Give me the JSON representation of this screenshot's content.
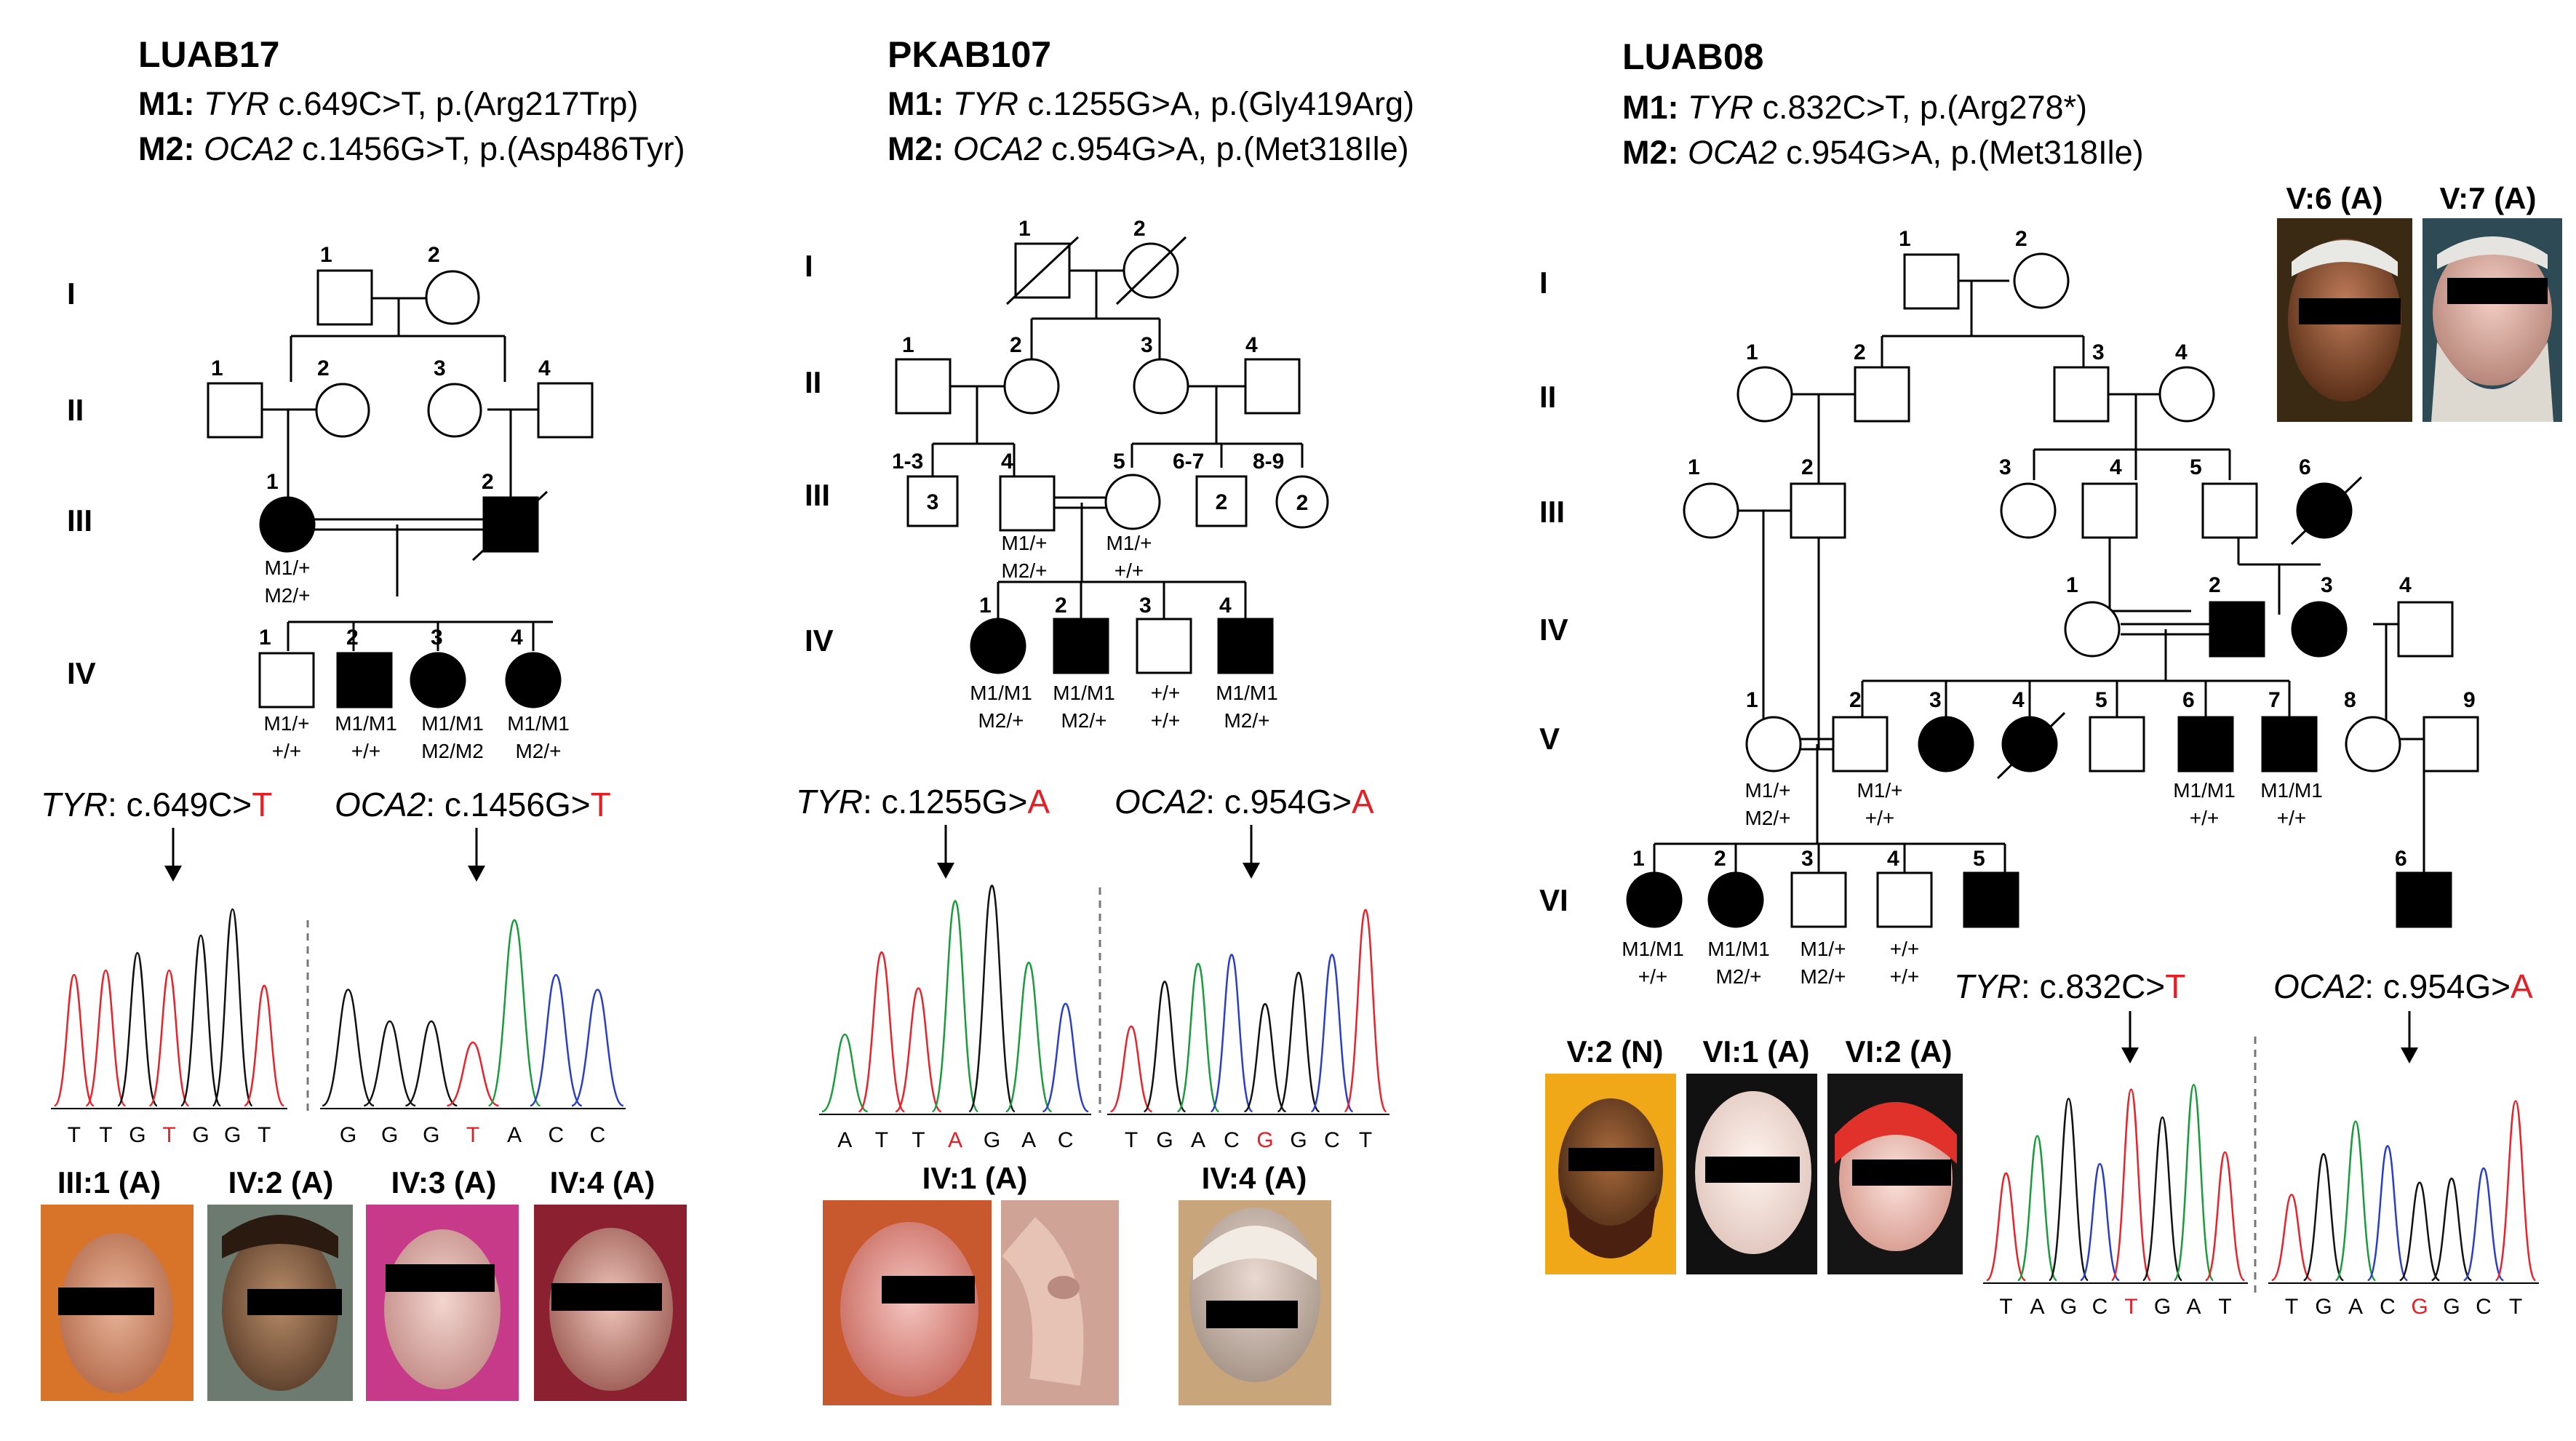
{
  "families": [
    {
      "name": "LUAB17",
      "m1": {
        "label": "M1:",
        "gene": "TYR",
        "variant": "c.649C>T, p.(Arg217Trp)"
      },
      "m2": {
        "label": "M2:",
        "gene": "OCA2",
        "variant": "c.1456G>T, p.(Asp486Tyr)"
      },
      "generations": [
        "I",
        "II",
        "III",
        "IV"
      ],
      "genotypes": {
        "III1_a": "M1/+",
        "III1_b": "M2/+",
        "IV1_a": "M1/+",
        "IV1_b": "+/+",
        "IV2_a": "M1/M1",
        "IV2_b": "+/+",
        "IV3_a": "M1/M1",
        "IV3_b": "M2/M2",
        "IV4_a": "M1/M1",
        "IV4_b": "M2/+"
      },
      "chrom1": {
        "gene": "TYR",
        "change": ": c.649C>",
        "alt": "T",
        "bases": [
          "T",
          "T",
          "G",
          "T",
          "G",
          "G",
          "T"
        ],
        "mutant_index": 3
      },
      "chrom2": {
        "gene": "OCA2",
        "change": ": c.1456G>",
        "alt": "T",
        "bases": [
          "G",
          "G",
          "G",
          "T",
          "A",
          "C",
          "C"
        ],
        "mutant_index": 3
      },
      "photos": [
        "III:1 (A)",
        "IV:2 (A)",
        "IV:3 (A)",
        "IV:4 (A)"
      ]
    },
    {
      "name": "PKAB107",
      "m1": {
        "label": "M1:",
        "gene": "TYR",
        "variant": "c.1255G>A, p.(Gly419Arg)"
      },
      "m2": {
        "label": "M2:",
        "gene": "OCA2",
        "variant": "c.954G>A, p.(Met318Ile)"
      },
      "generations": [
        "I",
        "II",
        "III",
        "IV"
      ],
      "genotypes": {
        "III4_a": "M1/+",
        "III4_b": "M2/+",
        "III5_a": "M1/+",
        "III5_b": "+/+",
        "IV1_a": "M1/M1",
        "IV1_b": "M2/+",
        "IV2_a": "M1/M1",
        "IV2_b": "M2/+",
        "IV3_a": "+/+",
        "IV3_b": "+/+",
        "IV4_a": "M1/M1",
        "IV4_b": "M2/+"
      },
      "counts": {
        "III1_3": "3",
        "III6_7": "2",
        "III8_9": "2"
      },
      "chrom1": {
        "gene": "TYR",
        "change": ": c.1255G>",
        "alt": "A",
        "bases": [
          "A",
          "T",
          "T",
          "A",
          "G",
          "A",
          "C"
        ],
        "mutant_index": 3
      },
      "chrom2": {
        "gene": "OCA2",
        "change": ": c.954G>",
        "alt": "A",
        "bases": [
          "T",
          "G",
          "A",
          "C",
          "G",
          "G",
          "C",
          "T"
        ],
        "mutant_index": 4
      },
      "photos": [
        "IV:1 (A)",
        "IV:4 (A)"
      ]
    },
    {
      "name": "LUAB08",
      "m1": {
        "label": "M1:",
        "gene": "TYR",
        "variant": "c.832C>T, p.(Arg278*)"
      },
      "m2": {
        "label": "M2:",
        "gene": "OCA2",
        "variant": "c.954G>A, p.(Met318Ile)"
      },
      "generations": [
        "I",
        "II",
        "III",
        "IV",
        "V",
        "VI"
      ],
      "genotypes": {
        "V1_a": "M1/+",
        "V1_b": "M2/+",
        "V2_a": "M1/+",
        "V2_b": "+/+",
        "V6_a": "M1/M1",
        "V6_b": "+/+",
        "V7_a": "M1/M1",
        "V7_b": "+/+",
        "VI1_a": "M1/M1",
        "VI1_b": "+/+",
        "VI2_a": "M1/M1",
        "VI2_b": "M2/+",
        "VI3_a": "M1/+",
        "VI3_b": "M2/+",
        "VI4_a": "+/+",
        "VI4_b": "+/+"
      },
      "chrom1": {
        "gene": "TYR",
        "change": ": c.832C>",
        "alt": "T",
        "bases": [
          "T",
          "A",
          "G",
          "C",
          "T",
          "G",
          "A",
          "T"
        ],
        "mutant_index": 4
      },
      "chrom2": {
        "gene": "OCA2",
        "change": ": c.954G>",
        "alt": "A",
        "bases": [
          "T",
          "G",
          "A",
          "C",
          "G",
          "G",
          "C",
          "T"
        ],
        "mutant_index": 4
      },
      "photos_top": [
        "V:6 (A)",
        "V:7 (A)"
      ],
      "photos_bottom": [
        "V:2 (N)",
        "VI:1 (A)",
        "VI:2 (A)"
      ]
    }
  ],
  "colors": {
    "mutation_red": "#e31e24",
    "trace_red": "#e8232a",
    "trace_green": "#1a9b3c",
    "trace_blue": "#2b3ec7",
    "trace_black": "#111111"
  }
}
